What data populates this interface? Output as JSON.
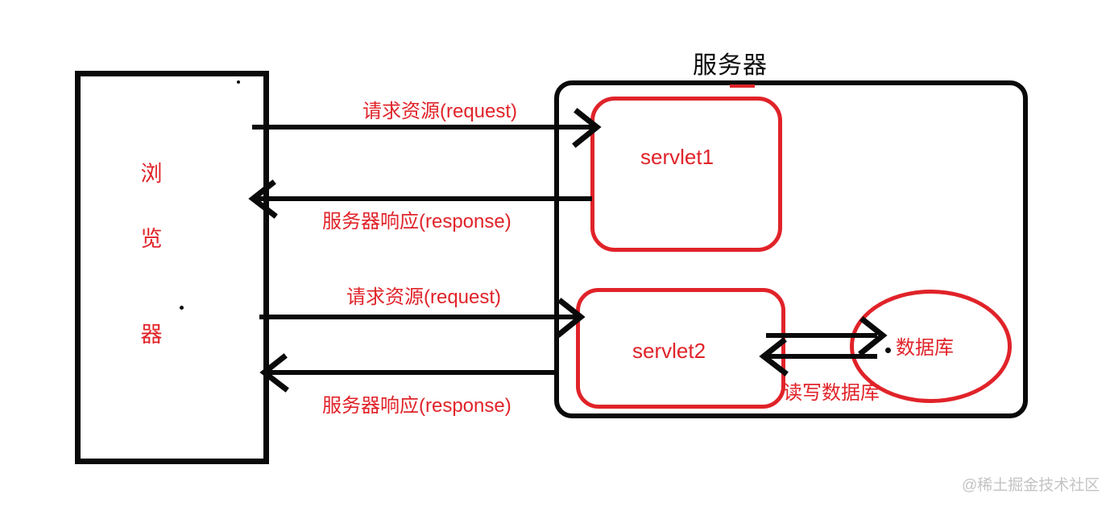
{
  "diagram": {
    "server": {
      "title": "服务器"
    },
    "browser": {
      "chars": [
        "浏",
        "览",
        "器"
      ]
    },
    "servlets": [
      {
        "label": "servlet1"
      },
      {
        "label": "servlet2"
      }
    ],
    "database": {
      "label": "数据库",
      "rw_label": "读写数据库"
    },
    "flows": {
      "request1": "请求资源(request)",
      "response1": "服务器响应(response)",
      "request2": "请求资源(request)",
      "response2": "服务器响应(response)"
    },
    "colors": {
      "line_black": "#0a0a0a",
      "accent_red": "#e02329",
      "watermark_gray": "#c3c3c3",
      "background": "#ffffff"
    }
  },
  "watermark": {
    "text": "@稀土掘金技术社区"
  }
}
